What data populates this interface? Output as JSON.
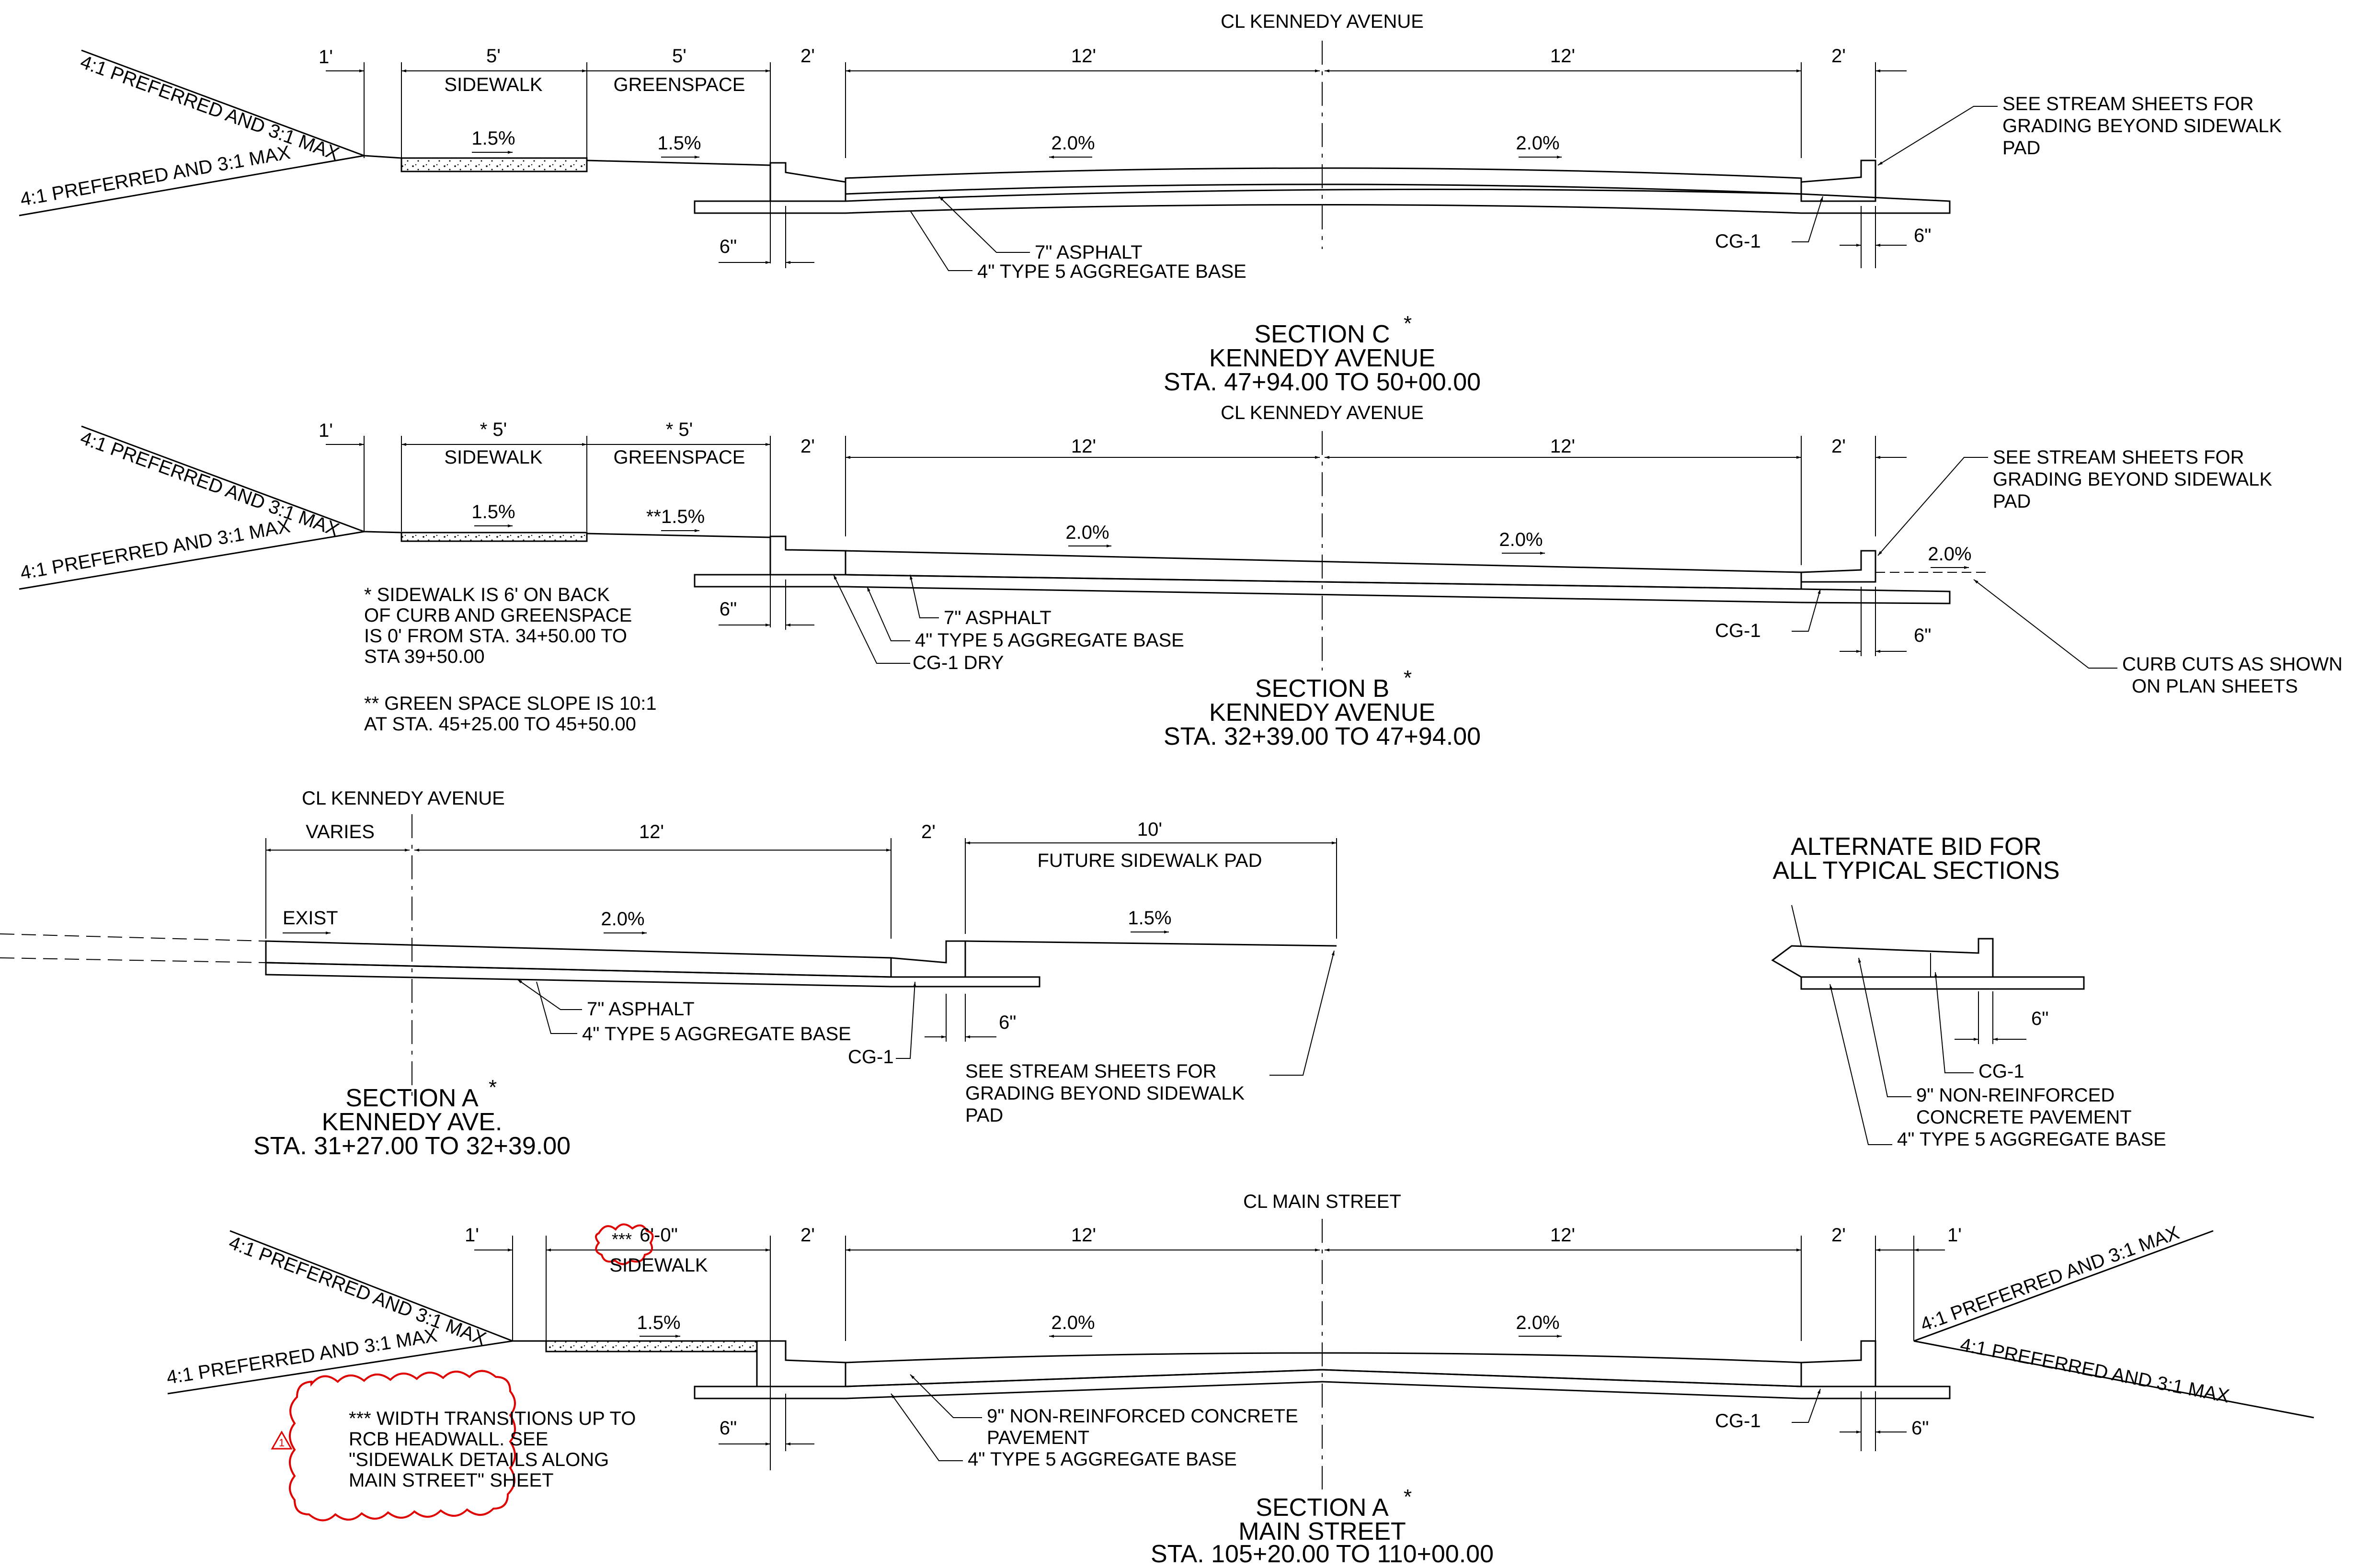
{
  "colors": {
    "ink": "#000000",
    "revision_cloud": "#e00000",
    "background": "#ffffff"
  },
  "section_c": {
    "cl_label": "CL KENNEDY AVENUE",
    "dim_1ft": "1'",
    "dim_sidewalk": "5'",
    "dim_greenspace": "5'",
    "dim_2ft_left": "2'",
    "dim_lane_left": "12'",
    "dim_lane_right": "12'",
    "dim_2ft_right": "2'",
    "sidewalk_label": "SIDEWALK",
    "greenspace_label": "GREENSPACE",
    "slope_sidewalk": "1.5%",
    "slope_greenspace": "1.5%",
    "slope_lane_left": "2.0%",
    "slope_lane_right": "2.0%",
    "cut_slope_upper": "4:1 PREFERRED AND 3:1 MAX",
    "cut_slope_lower": "4:1 PREFERRED AND 3:1 MAX",
    "note_stream": [
      "SEE STREAM SHEETS FOR",
      "GRADING BEYOND SIDEWALK",
      "PAD"
    ],
    "asphalt": "7\" ASPHALT",
    "base": "4\" TYPE 5 AGGREGATE BASE",
    "dim_6in_left": "6\"",
    "dim_6in_right": "6\"",
    "curb": "CG-1",
    "title": "SECTION C",
    "star": "*",
    "street": "KENNEDY AVENUE",
    "station": "STA. 47+94.00 TO 50+00.00"
  },
  "section_b": {
    "cl_label": "CL KENNEDY AVENUE",
    "dim_1ft": "1'",
    "dim_sidewalk": "*  5'",
    "dim_greenspace": "*  5'",
    "dim_2ft_left": "2'",
    "dim_lane_left": "12'",
    "dim_lane_right": "12'",
    "dim_2ft_right": "2'",
    "sidewalk_label": "SIDEWALK",
    "greenspace_label": "GREENSPACE",
    "slope_sidewalk": "1.5%",
    "slope_greenspace": "**1.5%",
    "slope_lane_left": "2.0%",
    "slope_lane_right": "2.0%",
    "slope_outer": "2.0%",
    "cut_slope_upper": "4:1 PREFERRED AND 3:1 MAX",
    "cut_slope_lower": "4:1 PREFERRED AND 3:1 MAX",
    "note_stream": [
      "SEE STREAM SHEETS FOR",
      "GRADING BEYOND SIDEWALK",
      "PAD"
    ],
    "note_sidewalk": [
      "* SIDEWALK IS 6' ON BACK",
      "OF CURB AND GREENSPACE",
      "IS 0' FROM STA. 34+50.00 TO",
      "STA 39+50.00"
    ],
    "note_green": [
      "** GREEN SPACE SLOPE IS 10:1",
      "AT STA. 45+25.00 TO 45+50.00"
    ],
    "asphalt": "7\" ASPHALT",
    "base": "4\" TYPE 5 AGGREGATE BASE",
    "curb_dry": "CG-1 DRY",
    "dim_6in_left": "6\"",
    "dim_6in_right": "6\"",
    "curb": "CG-1",
    "curb_cuts": [
      "CURB CUTS AS SHOWN",
      "ON PLAN SHEETS"
    ],
    "title": "SECTION B",
    "star": "*",
    "street": "KENNEDY AVENUE",
    "station": "STA. 32+39.00 TO 47+94.00"
  },
  "section_a_kennedy": {
    "cl_label": "CL KENNEDY AVENUE",
    "dim_varies": "VARIES",
    "dim_lane": "12'",
    "dim_2ft": "2'",
    "dim_10ft": "10'",
    "pad_label": "FUTURE SIDEWALK PAD",
    "exist": "EXIST",
    "slope_lane": "2.0%",
    "slope_pad": "1.5%",
    "asphalt": "7\" ASPHALT",
    "base": "4\" TYPE 5 AGGREGATE BASE",
    "curb": "CG-1",
    "dim_6in": "6\"",
    "note_stream": [
      "SEE STREAM SHEETS FOR",
      "GRADING BEYOND SIDEWALK",
      "PAD"
    ],
    "title": "SECTION A",
    "star": "*",
    "street": "KENNEDY AVE.",
    "station": "STA. 31+27.00 TO 32+39.00"
  },
  "alternate": {
    "title": [
      "ALTERNATE BID FOR",
      "ALL TYPICAL SECTIONS"
    ],
    "curb": "CG-1",
    "dim_6in": "6\"",
    "pavement": [
      "9\" NON-REINFORCED",
      "CONCRETE PAVEMENT"
    ],
    "base": "4\" TYPE 5 AGGREGATE BASE"
  },
  "section_a_main": {
    "cl_label": "CL MAIN STREET",
    "dim_1ft_left": "1'",
    "dim_sidewalk": "6'-0\"",
    "rev_mark": "***",
    "dim_2ft_left": "2'",
    "dim_lane_left": "12'",
    "dim_lane_right": "12'",
    "dim_2ft_right": "2'",
    "dim_1ft_right": "1'",
    "sidewalk_label": "SIDEWALK",
    "slope_sidewalk": "1.5%",
    "slope_lane_left": "2.0%",
    "slope_lane_right": "2.0%",
    "cut_slope_left_upper": "4:1 PREFERRED AND 3:1 MAX",
    "cut_slope_left_lower": "4:1 PREFERRED AND 3:1 MAX",
    "cut_slope_right_upper": "4:1 PREFERRED AND 3:1 MAX",
    "cut_slope_right_lower": "4:1 PREFERRED AND 3:1 MAX",
    "cloud_note": [
      "*** WIDTH TRANSITIONS UP TO",
      "RCB HEADWALL. SEE",
      "\"SIDEWALK DETAILS ALONG",
      "MAIN STREET\" SHEET"
    ],
    "rev_triangle": "1",
    "pavement": [
      "9\" NON-REINFORCED CONCRETE",
      "PAVEMENT"
    ],
    "base": "4\" TYPE 5 AGGREGATE BASE",
    "dim_6in_left": "6\"",
    "dim_6in_right": "6\"",
    "curb": "CG-1",
    "title": "SECTION A",
    "star": "*",
    "street": "MAIN STREET",
    "station": "STA. 105+20.00 TO 110+00.00"
  }
}
